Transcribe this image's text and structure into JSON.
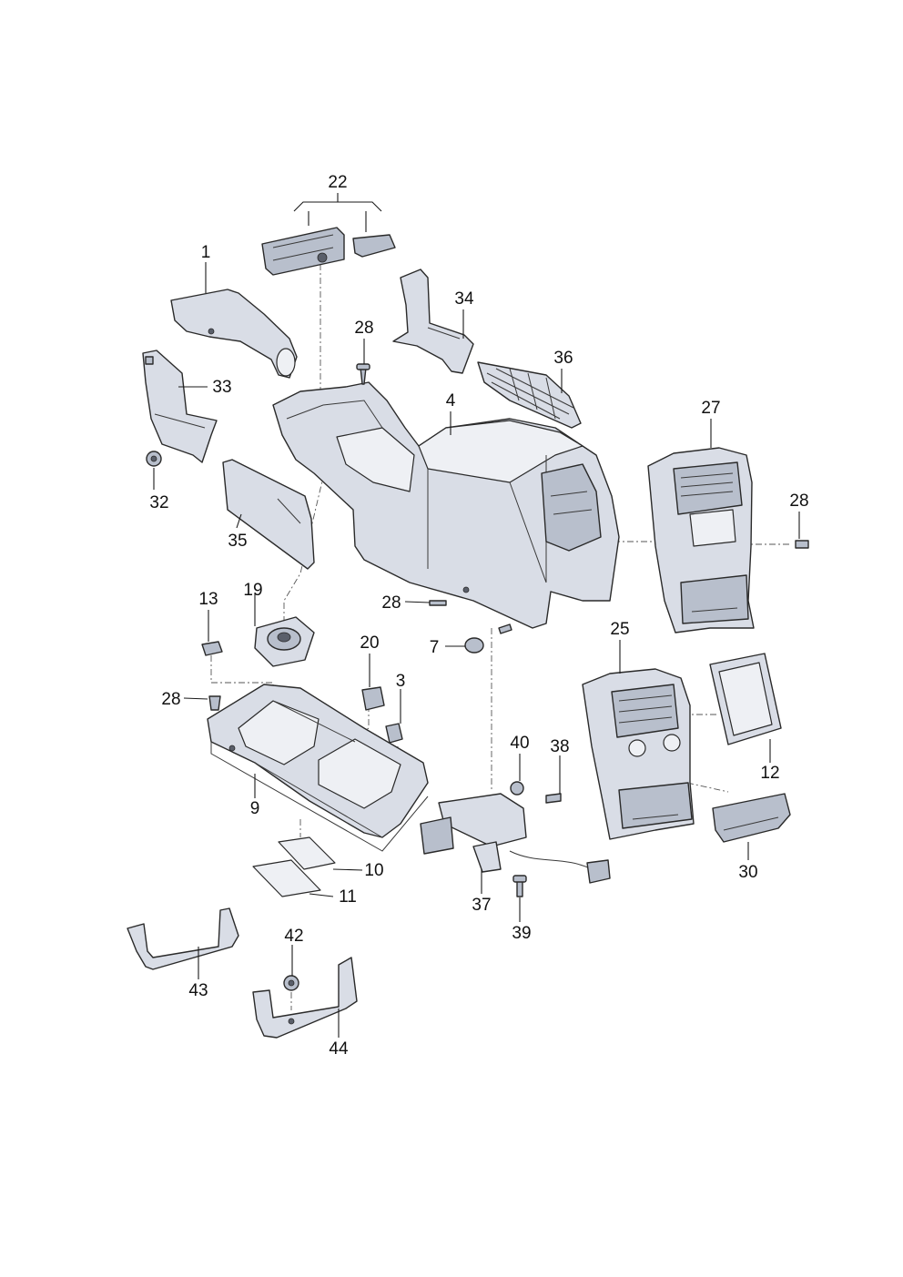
{
  "callouts": {
    "c1": "1",
    "c3": "3",
    "c4": "4",
    "c7": "7",
    "c9": "9",
    "c10": "10",
    "c11": "11",
    "c12": "12",
    "c13": "13",
    "c19": "19",
    "c20": "20",
    "c22": "22",
    "c25": "25",
    "c27": "27",
    "c28a": "28",
    "c28b": "28",
    "c28c": "28",
    "c28d": "28",
    "c30": "30",
    "c32": "32",
    "c33": "33",
    "c34": "34",
    "c35": "35",
    "c36": "36",
    "c37": "37",
    "c38": "38",
    "c39": "39",
    "c40": "40",
    "c42": "42",
    "c43": "43",
    "c44": "44"
  }
}
